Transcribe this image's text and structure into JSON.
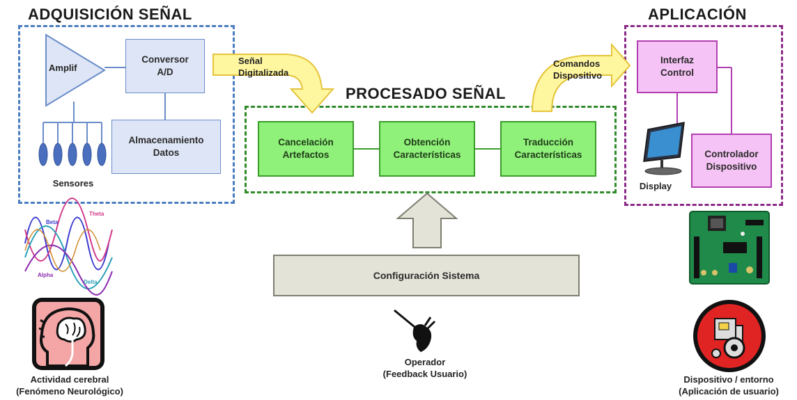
{
  "sections": {
    "acquisition_title": "ADQUISICIÓN SEÑAL",
    "processing_title": "PROCESADO SEÑAL",
    "application_title": "APLICACIÓN"
  },
  "acquisition": {
    "amplifier": "Amplif",
    "converter": "Conversor\nA/D",
    "storage": "Almacenamiento\nDatos",
    "sensors": "Sensores"
  },
  "flow_labels": {
    "digitized_signal": "Señal\nDigitalizada",
    "device_commands": "Comandos\nDispositivo"
  },
  "processing": {
    "artifact_cancel": "Cancelación\nArtefactos",
    "feature_extract": "Obtención\nCaracterísticas",
    "feature_translate": "Traducción\nCaracterísticas"
  },
  "application": {
    "interface": "Interfaz\nControl",
    "controller": "Controlador\nDispositivo",
    "display": "Display"
  },
  "waves": {
    "beta": "Beta",
    "theta": "Theta",
    "alpha": "Alpha",
    "delta": "Delta"
  },
  "bottom": {
    "config": "Configuración Sistema",
    "operator": "Operador\n(Feedback Usuario)",
    "brain_activity": "Actividad cerebral\n(Fenómeno Neurológico)",
    "device_env": "Dispositivo / entorno\n(Aplicación de usuario)"
  },
  "colors": {
    "acquisition_frame": "#4a7cc0",
    "processing_frame": "#2f8a2a",
    "application_frame": "#8b2a86",
    "arrow_yellow": "#fff6a0"
  }
}
